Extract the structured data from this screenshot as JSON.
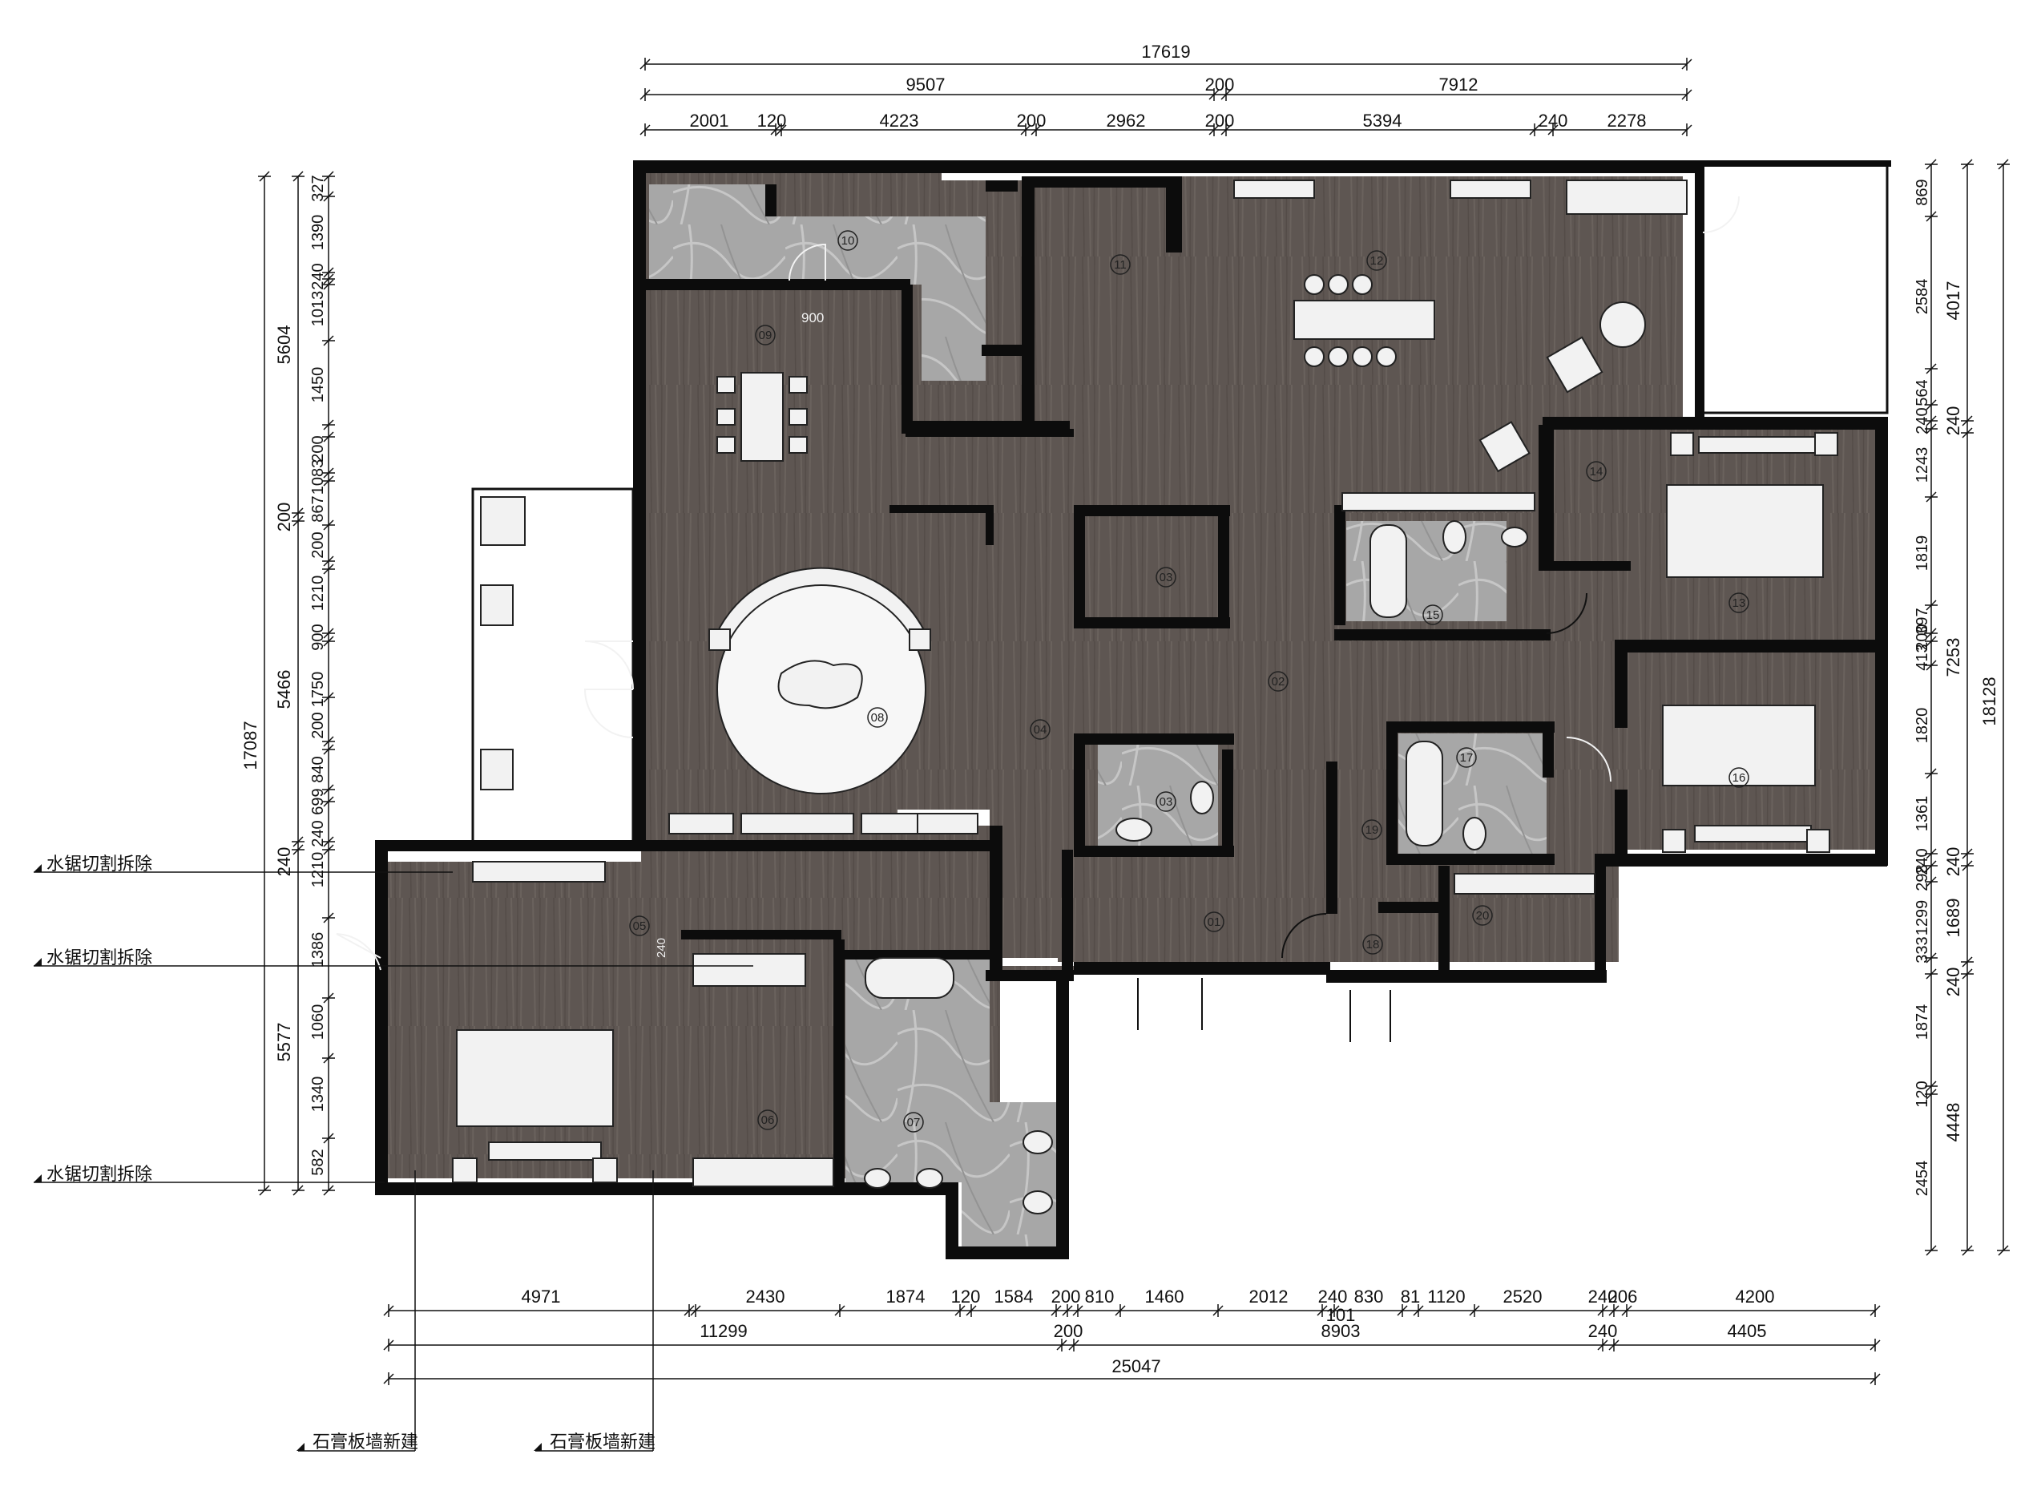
{
  "colors": {
    "wall": "#0c0c0c",
    "floor": "#5e5652",
    "floor_grain": "#6b635e",
    "marble": "#a8a8a8",
    "marble_vein": "#c9c9c9",
    "furniture": "#f2f2f2",
    "dimension_line": "#111111"
  },
  "top_dimensions": {
    "row1": [
      "17619"
    ],
    "row2": [
      "9507",
      "200",
      "7912"
    ],
    "row3": [
      "2001",
      "120",
      "4223",
      "200",
      "2962",
      "200",
      "5394",
      "240",
      "2278"
    ]
  },
  "bottom_dimensions": {
    "row1": [
      "4971",
      "2430",
      "1874",
      "120",
      "1584",
      "200",
      "810",
      "1460",
      "2012",
      "240",
      "830",
      "81",
      "1120",
      "2520",
      "240",
      "206",
      "4200"
    ],
    "row1_sub": [
      "101"
    ],
    "row2": [
      "11299",
      "200",
      "8903",
      "240",
      "4405"
    ],
    "row3": [
      "25047"
    ]
  },
  "left_dimensions": {
    "total": "17087",
    "mid": [
      "5604",
      "200",
      "5466",
      "240",
      "5577"
    ],
    "inner": [
      "327",
      "1390",
      "240",
      "1013",
      "1450",
      "200",
      "1083",
      "867",
      "200",
      "1210",
      "900",
      "1750",
      "200",
      "840",
      "699",
      "240",
      "1210",
      "1386",
      "1060",
      "1340",
      "582"
    ]
  },
  "right_dimensions": {
    "total": "18128",
    "mid": [
      "4017",
      "240",
      "7253",
      "240",
      "1689",
      "240",
      "4448"
    ],
    "inner": [
      "869",
      "2584",
      "564",
      "240",
      "1243",
      "1819",
      "397",
      "200",
      "413",
      "1820",
      "1361",
      "240",
      "298",
      "1299",
      "333",
      "1874",
      "120",
      "2454"
    ]
  },
  "annotations": {
    "left": [
      "水锯切割拆除",
      "水锯切割拆除",
      "水锯切割拆除"
    ],
    "bottom": [
      "石膏板墙新建",
      "石膏板墙新建"
    ]
  },
  "rooms": [
    "01",
    "02",
    "03",
    "03",
    "04",
    "05",
    "06",
    "07",
    "08",
    "09",
    "10",
    "11",
    "12",
    "13",
    "14",
    "15",
    "16",
    "17",
    "18",
    "19",
    "20"
  ],
  "door_width_label": "900",
  "wall_width_label": "240"
}
